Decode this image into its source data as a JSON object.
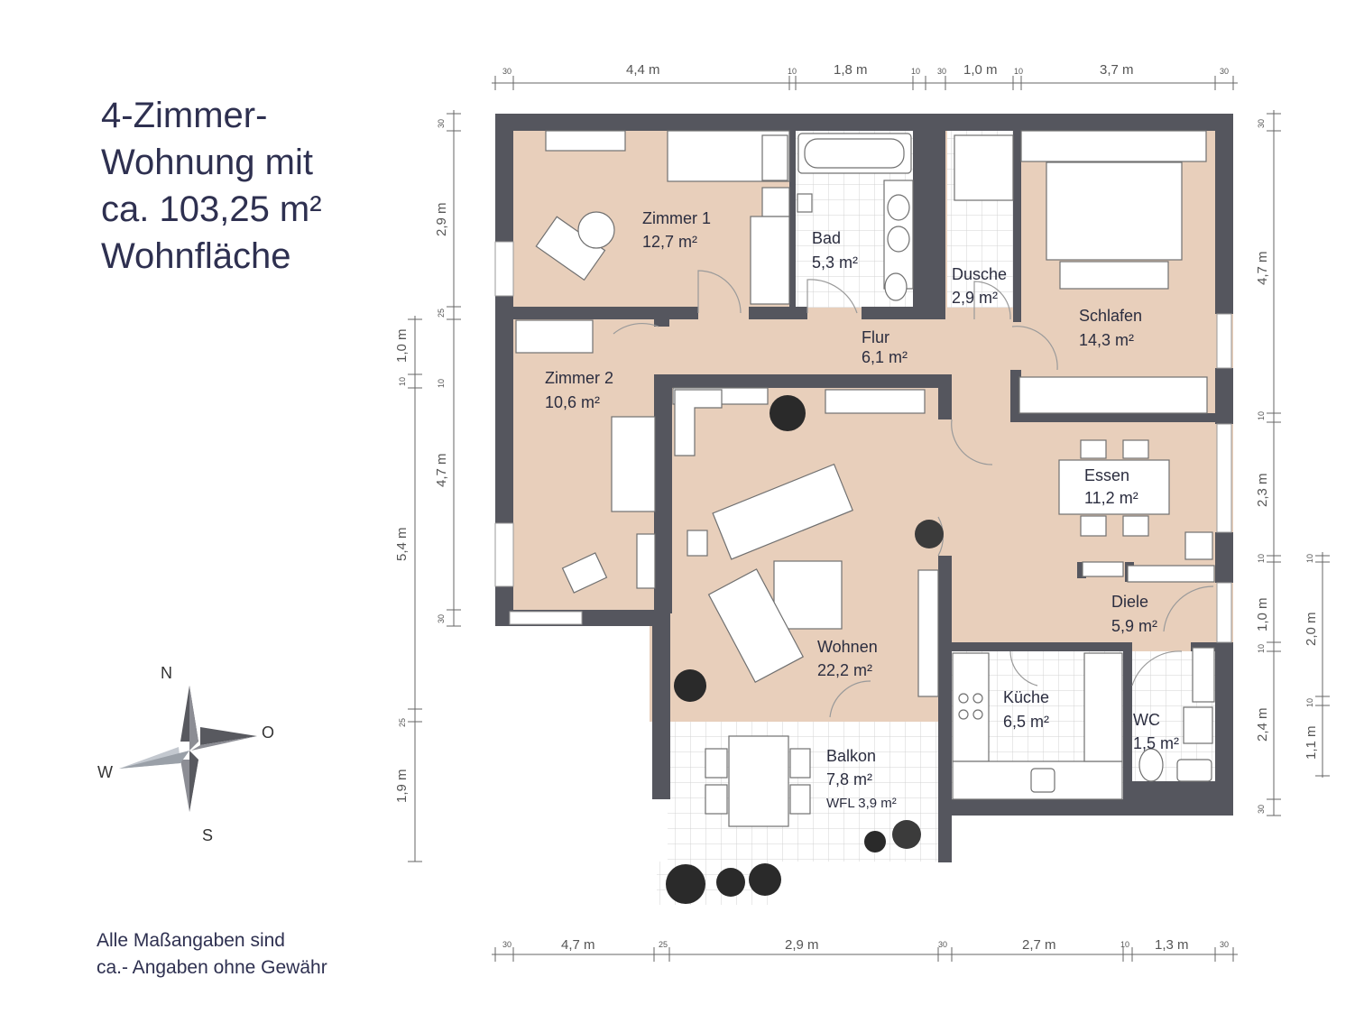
{
  "title": {
    "line1": "4-Zimmer-",
    "line2": "Wohnung mit",
    "line3": "ca. 103,25 m²",
    "line4": "Wohnfläche"
  },
  "note": {
    "line1": "Alle Maßangaben sind",
    "line2": "ca.- Angaben ohne Gewähr"
  },
  "colors": {
    "wall": "#55565e",
    "floor": "#e8cfbb",
    "tile": "#ffffff",
    "tile_grid": "#d6d6d6",
    "text": "#2e3050"
  },
  "rooms": {
    "zimmer1": {
      "name": "Zimmer 1",
      "area": "12,7 m²"
    },
    "bad": {
      "name": "Bad",
      "area": "5,3 m²"
    },
    "dusche": {
      "name": "Dusche",
      "area": "2,9 m²"
    },
    "schlafen": {
      "name": "Schlafen",
      "area": "14,3 m²"
    },
    "flur": {
      "name": "Flur",
      "area": "6,1 m²"
    },
    "zimmer2": {
      "name": "Zimmer 2",
      "area": "10,6 m²"
    },
    "essen": {
      "name": "Essen",
      "area": "11,2 m²"
    },
    "wohnen": {
      "name": "Wohnen",
      "area": "22,2 m²"
    },
    "diele": {
      "name": "Diele",
      "area": "5,9 m²"
    },
    "kueche": {
      "name": "Küche",
      "area": "6,5 m²"
    },
    "wc": {
      "name": "WC",
      "area": "1,5 m²"
    },
    "balkon": {
      "name": "Balkon",
      "area": "7,8 m²",
      "wfl": "WFL 3,9 m²"
    }
  },
  "dims": {
    "top": {
      "a": "30",
      "b": "4,4 m",
      "c": "10",
      "d": "1,8 m",
      "e": "10",
      "f": "30",
      "g": "1,0 m",
      "h": "10",
      "i": "3,7 m",
      "j": "30"
    },
    "bottom": {
      "a": "30",
      "b": "4,7 m",
      "c": "25",
      "d": "2,9 m",
      "e": "30",
      "f": "2,7 m",
      "g": "10",
      "h": "1,3 m",
      "i": "30"
    },
    "left_inner": {
      "a": "30",
      "b": "2,9 m",
      "c": "25",
      "d": "10",
      "e": "4,7 m",
      "f": "30"
    },
    "left_outer": {
      "a": "1,0 m",
      "b": "10",
      "c": "5,4 m",
      "d": "25",
      "e": "1,9 m"
    },
    "right_inner": {
      "a": "30",
      "b": "4,7 m",
      "c": "10",
      "d": "2,3 m",
      "e": "10",
      "f": "1,0 m",
      "g": "10",
      "h": "2,4 m",
      "i": "30"
    },
    "right_outer": {
      "a": "10",
      "b": "2,0 m",
      "c": "10",
      "d": "1,1 m"
    }
  },
  "compass": {
    "n": "N",
    "o": "O",
    "s": "S",
    "w": "W"
  }
}
